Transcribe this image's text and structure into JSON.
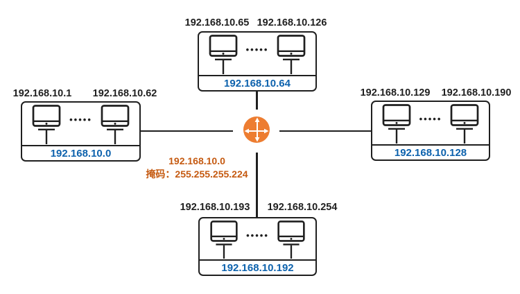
{
  "diagram_title": "subnet-topology",
  "dots": "•••••",
  "colors": {
    "line": "#1f1f1f",
    "subnet_text": "#0d62ad",
    "router_fill": "#ed7d31",
    "center_text": "#c55a11",
    "background": "#ffffff"
  },
  "clusters": [
    {
      "position": "top",
      "hosts": [
        "192.168.10.65",
        "192.168.10.126"
      ],
      "subnet": "192.168.10.64"
    },
    {
      "position": "left",
      "hosts": [
        "192.168.10.1",
        "192.168.10.62"
      ],
      "subnet": "192.168.10.0"
    },
    {
      "position": "right",
      "hosts": [
        "192.168.10.129",
        "192.168.10.190"
      ],
      "subnet": "192.168.10.128"
    },
    {
      "position": "bottom",
      "hosts": [
        "192.168.10.193",
        "192.168.10.254"
      ],
      "subnet": "192.168.10.192"
    }
  ],
  "router": {
    "network": "192.168.10.0",
    "mask_label": "掩码：255.255.255.224"
  }
}
